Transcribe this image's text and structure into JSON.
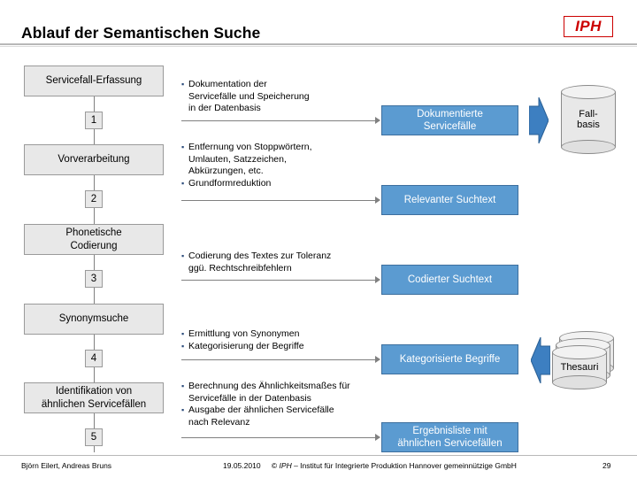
{
  "header": {
    "title": "Ablauf der Semantischen Suche",
    "logo": "IPH"
  },
  "steps": [
    {
      "label": "Servicefall-Erfassung",
      "number": "1",
      "bullets": [
        "Dokumentation der",
        "Servicefälle und Speicherung",
        "in der Datenbasis"
      ],
      "result": "Dokumentierte\nServicefälle"
    },
    {
      "label": "Vorverarbeitung",
      "number": "2",
      "bullets": [
        "Entfernung von Stoppwörtern,",
        "Umlauten, Satzzeichen,",
        "Abkürzungen, etc.",
        "Grundformreduktion"
      ],
      "result": "Relevanter Suchtext"
    },
    {
      "label": "Phonetische\nCodierung",
      "number": "3",
      "bullets": [
        "Codierung des Textes zur Toleranz",
        "ggü. Rechtschreibfehlern"
      ],
      "result": "Codierter Suchtext"
    },
    {
      "label": "Synonymsuche",
      "number": "4",
      "bullets": [
        "Ermittlung von Synonymen",
        "Kategorisierung der Begriffe"
      ],
      "result": "Kategorisierte Begriffe"
    },
    {
      "label": "Identifikation von\nähnlichen Servicefällen",
      "number": "5",
      "bullets": [
        "Berechnung des Ähnlichkeitsmaßes für",
        "Servicefälle in der Datenbasis",
        "Ausgabe der ähnlichen Servicefälle",
        "nach Relevanz"
      ],
      "result": "Ergebnisliste mit\nähnlichen Servicefällen"
    }
  ],
  "bullet_text": {
    "b1_1": "Dokumentation der",
    "b1_2": "Servicefälle und Speicherung",
    "b1_3": "in der Datenbasis",
    "b2_1": "Entfernung von Stoppwörtern,",
    "b2_2": "Umlauten, Satzzeichen,",
    "b2_3": "Abkürzungen, etc.",
    "b2_4": "Grundformreduktion",
    "b3_1": "Codierung des Textes zur Toleranz",
    "b3_2": "ggü. Rechtschreibfehlern",
    "b4_1": "Ermittlung von Synonymen",
    "b4_2": "Kategorisierung der Begriffe",
    "b5_1": "Berechnung des Ähnlichkeitsmaßes für",
    "b5_2": "Servicefälle in der Datenbasis",
    "b5_3": "Ausgabe der ähnlichen Servicefälle",
    "b5_4": "nach Relevanz"
  },
  "boxes": {
    "step1_label": "Servicefall-Erfassung",
    "step2_label": "Vorverarbeitung",
    "step3_label_l1": "Phonetische",
    "step3_label_l2": "Codierung",
    "step4_label": "Synonymsuche",
    "step5_label_l1": "Identifikation von",
    "step5_label_l2": "ähnlichen Servicefällen",
    "num1": "1",
    "num2": "2",
    "num3": "3",
    "num4": "4",
    "num5": "5",
    "res1_l1": "Dokumentierte",
    "res1_l2": "Servicefälle",
    "res2": "Relevanter Suchtext",
    "res3": "Codierter Suchtext",
    "res4": "Kategorisierte Begriffe",
    "res5_l1": "Ergebnisliste mit",
    "res5_l2": "ähnlichen Servicefällen"
  },
  "databases": {
    "fallbasis_l1": "Fall-",
    "fallbasis_l2": "basis",
    "thesauri": "Thesauri"
  },
  "footer": {
    "authors": "Björn Eilert, Andreas Bruns",
    "date": "19.05.2010",
    "copyright_pre": "© ",
    "copyright_italic": "IPH",
    "copyright_post": " – Institut für Integrierte Produktion Hannover gemeinnützige GmbH",
    "page": "29"
  },
  "colors": {
    "accent_blue": "#5b9bd1",
    "brand_red": "#cc0000",
    "box_gray": "#e8e8e8"
  }
}
